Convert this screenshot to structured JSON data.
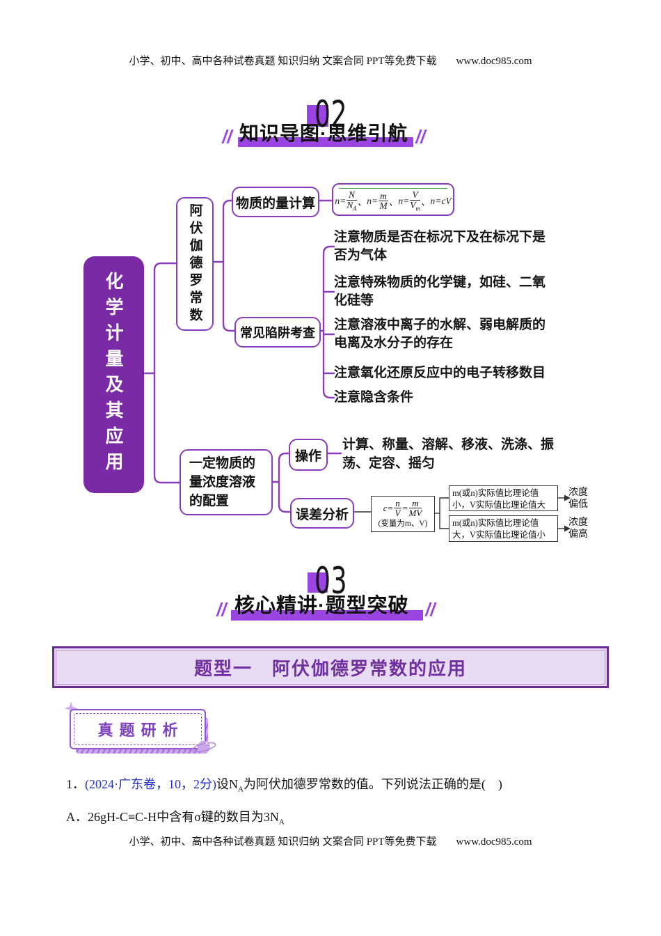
{
  "header": {
    "text": "小学、初中、高中各种试卷真题 知识归纳 文案合同 PPT等免费下载",
    "site": "www.doc985.com"
  },
  "section02": {
    "number": "02",
    "title": "知识导图·思维引航"
  },
  "mindmap": {
    "root": "化学计量及其应用",
    "avogadro": "阿伏伽德罗常数",
    "mole_calc": "物质的量计算",
    "formula": {
      "p1": "n=",
      "f1_num": "N",
      "f1_den": "N",
      "f1_sub": "A",
      "s1": "、",
      "p2": "n=",
      "f2_num": "m",
      "f2_den": "M",
      "s2": "、",
      "p3": "n=",
      "f3_num": "V",
      "f3_den": "V",
      "f3_sub": "m",
      "s3": "、",
      "p4": "n=cV"
    },
    "trap_node": "常见陷阱考查",
    "traps": [
      [
        "注意物质是否在标况下及在标况下是",
        "否为气体"
      ],
      [
        "注意特殊物质的化学键，如硅、二氧",
        "化硅等"
      ],
      [
        "注意溶液中离子的水解、弱电解质的",
        "电离及水分子的存在"
      ],
      [
        "注意氧化还原反应中的电子转移数目"
      ],
      [
        "注意隐含条件"
      ]
    ],
    "solution_node": [
      "一定物质的",
      "量浓度溶液",
      "的配置"
    ],
    "operation_node": "操作",
    "operation_steps": [
      "计算、称量、溶解、移液、洗涤、振",
      "荡、定容、摇匀"
    ],
    "error_node": "误差分析",
    "error": {
      "lhs": "c=",
      "f1_num": "n",
      "f1_den": "V",
      "eq": "=",
      "f2_num": "m",
      "f2_den": "MV",
      "note": "(变量为m、V)",
      "case_low": [
        "m(或n)实际值比理论值",
        "小，V实际值比理论值大"
      ],
      "result_low": [
        "浓度",
        "偏低"
      ],
      "case_high": [
        "m(或n)实际值比理论值",
        "大，V实际值比理论值小"
      ],
      "result_high": [
        "浓度",
        "偏高"
      ]
    }
  },
  "section03": {
    "number": "03",
    "title": "核心精讲·题型突破"
  },
  "topic": {
    "banner": "题型一　阿伏伽德罗常数的应用"
  },
  "badge": {
    "label": "真题研析"
  },
  "question": {
    "number": "1．",
    "source": "(2024·广东卷，10，2分)",
    "stem_a": "设N",
    "stem_sub": "A",
    "stem_b": "为阿伏加德罗常数的值。下列说法正确的是(　)",
    "optionA_a": "A．26gH-C≡C-H中含有σ键的数目为3N",
    "optionA_sub": "A"
  },
  "footer": {
    "text": "小学、初中、高中各种试卷真题 知识归纳 文案合同 PPT等免费下载",
    "site": "www.doc985.com"
  }
}
